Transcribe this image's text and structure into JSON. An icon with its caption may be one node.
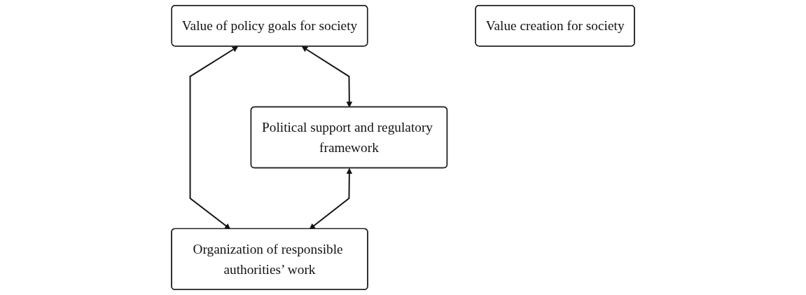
{
  "diagram": {
    "nodes": [
      {
        "text": [
          "Value of policy goals for society"
        ]
      },
      {
        "text": [
          "Value creation for society"
        ]
      },
      {
        "text": [
          "Political support and regulatory framework"
        ]
      },
      {
        "text": [
          "Organization of responsible authorities’ work"
        ]
      }
    ],
    "edges": [
      {
        "from": 0,
        "to": 2,
        "arrow": "both"
      },
      {
        "from": 0,
        "to": 3,
        "arrow": "both"
      },
      {
        "from": 2,
        "to": 3,
        "arrow": "both"
      }
    ]
  }
}
